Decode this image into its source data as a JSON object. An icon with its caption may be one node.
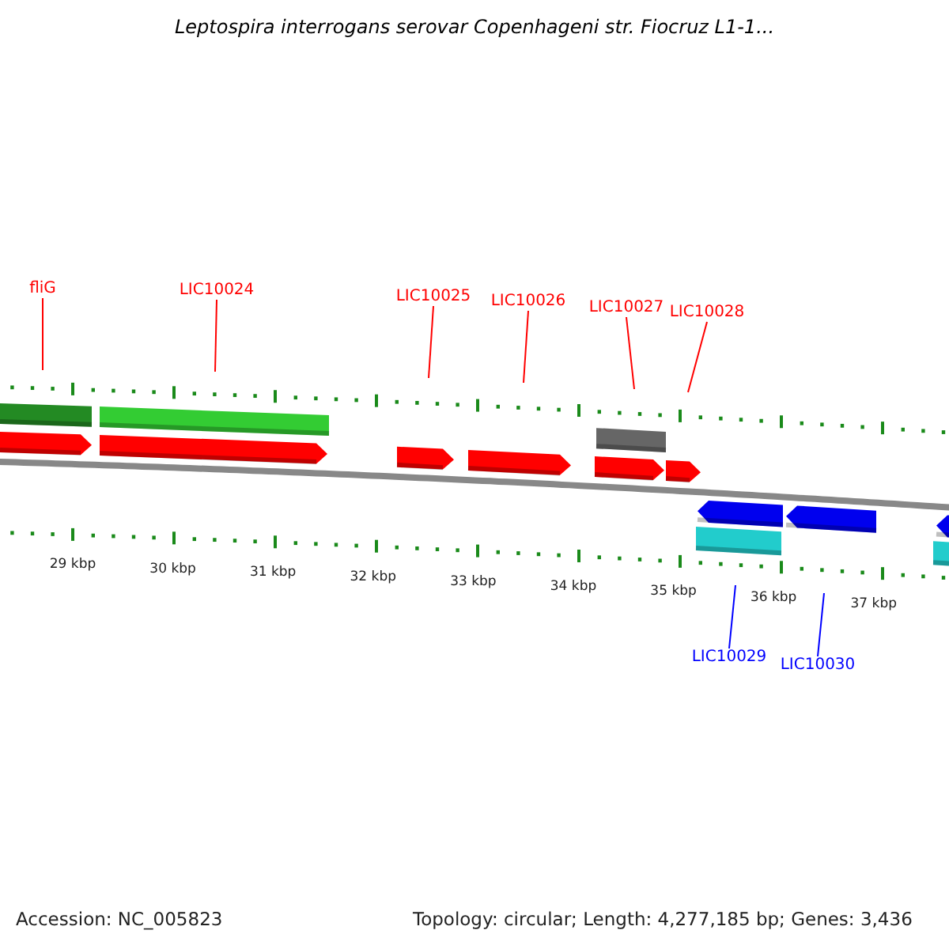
{
  "diagram": {
    "title": "Leptospira interrogans serovar Copenhageni str. Fiocruz L1-1...",
    "nodes": [
      {
        "text": [
          "fliG"
        ]
      },
      {
        "text": [
          "LIC10024"
        ]
      },
      {
        "text": [
          "LIC10025"
        ]
      },
      {
        "text": [
          "LIC10026"
        ]
      },
      {
        "text": [
          "LIC10027"
        ]
      },
      {
        "text": [
          "LIC10028"
        ]
      },
      {
        "text": [
          "LIC10029"
        ]
      },
      {
        "text": [
          "LIC10030"
        ]
      }
    ],
    "edges": [
      {
        "from": 0,
        "to": null,
        "arrow": "none"
      },
      {
        "from": 1,
        "to": null,
        "arrow": "none"
      },
      {
        "from": 2,
        "to": null,
        "arrow": "none"
      },
      {
        "from": 3,
        "to": null,
        "arrow": "none"
      },
      {
        "from": 4,
        "to": null,
        "arrow": "none"
      },
      {
        "from": 5,
        "to": null,
        "arrow": "none"
      },
      {
        "from": 6,
        "to": null,
        "arrow": "none",
        "color": "#0000ff"
      },
      {
        "from": 7,
        "to": null,
        "arrow": "none",
        "color": "#0000ff"
      }
    ],
    "labels": [
      "29 kbp",
      "30 kbp",
      "31 kbp",
      "32 kbp",
      "33 kbp",
      "34 kbp",
      "35 kbp",
      "36 kbp",
      "37 kbp",
      "Accession: NC_005823",
      "Topology: circular; Length: 4,277,185 bp; Genes: 3,436"
    ]
  }
}
